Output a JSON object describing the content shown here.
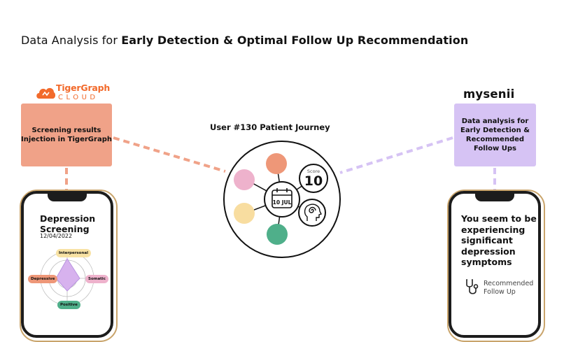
{
  "header": {
    "title_prefix": "Data Analysis for ",
    "title_bold": "Early Detection & Optimal Follow Up Recommendation"
  },
  "logos": {
    "tigergraph_word": "TigerGraph",
    "tigergraph_sub": "CLOUD",
    "mysenii": "mysenii"
  },
  "boxes": {
    "left": {
      "line1": "Screening results",
      "line2": "Injection in TigerGraph"
    },
    "right": {
      "line1": "Data analysis for",
      "line2": "Early Detection &",
      "line3": "Recommended",
      "line4": "Follow Ups"
    }
  },
  "journey": {
    "title": "User #130 Patient Journey",
    "date": "10 JUL",
    "score_label": "Score",
    "score_value": "10"
  },
  "phone_left": {
    "title_line1": "Depression",
    "title_line2": "Screening",
    "date": "12/04/2022",
    "radar_labels": {
      "top": "Interpersonal",
      "left": "Depressive",
      "right": "Somatic",
      "bottom": "Positive"
    }
  },
  "phone_right": {
    "line1": "You seem to be",
    "line2": "experiencing",
    "line3": "significant",
    "line4": "depression",
    "line5": "symptoms",
    "rec_line1": "Recommended",
    "rec_line2": "Follow Up"
  },
  "colors": {
    "salmon": "#f0a288",
    "salmon_dash": "#f0a288",
    "lavender": "#d6c3f4",
    "lavender_dash": "#d6c3f4",
    "node_orange": "#ee9778",
    "node_pink": "#eeb2cc",
    "node_yellow": "#f8dda0",
    "node_green": "#4faf8a",
    "tigergraph_orange": "#f26a2b"
  },
  "icons": [
    "tiger-cloud-icon",
    "calendar-icon",
    "head-spiral-icon",
    "stethoscope-icon"
  ]
}
